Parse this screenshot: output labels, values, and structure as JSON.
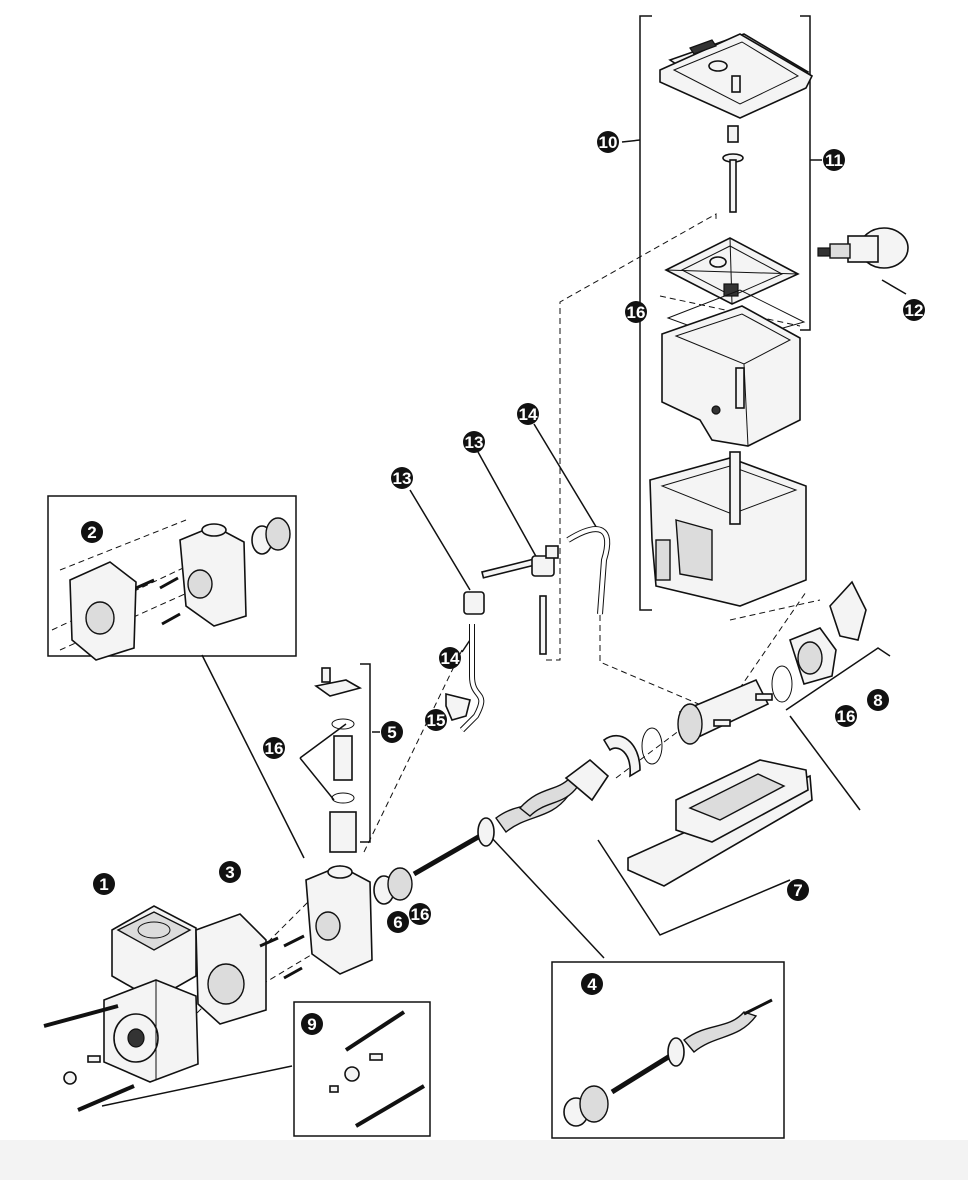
{
  "callouts": [
    {
      "id": "c1",
      "label": "1"
    },
    {
      "id": "c2",
      "label": "2"
    },
    {
      "id": "c3",
      "label": "3"
    },
    {
      "id": "c4",
      "label": "4"
    },
    {
      "id": "c5",
      "label": "5"
    },
    {
      "id": "c6",
      "label": "6"
    },
    {
      "id": "c7",
      "label": "7"
    },
    {
      "id": "c8",
      "label": "8"
    },
    {
      "id": "c9",
      "label": "9"
    },
    {
      "id": "c10",
      "label": "10"
    },
    {
      "id": "c11",
      "label": "11"
    },
    {
      "id": "c12",
      "label": "12"
    },
    {
      "id": "c13a",
      "label": "13"
    },
    {
      "id": "c13b",
      "label": "13"
    },
    {
      "id": "c14a",
      "label": "14"
    },
    {
      "id": "c14b",
      "label": "14"
    },
    {
      "id": "c15",
      "label": "15"
    },
    {
      "id": "c16a",
      "label": "16"
    },
    {
      "id": "c16b",
      "label": "16"
    },
    {
      "id": "c16c",
      "label": "16"
    },
    {
      "id": "c16d",
      "label": "16"
    }
  ],
  "colors": {
    "ink": "#111111",
    "badge": "#111111",
    "badge_text": "#ffffff",
    "footer": "#f3f3f3"
  }
}
